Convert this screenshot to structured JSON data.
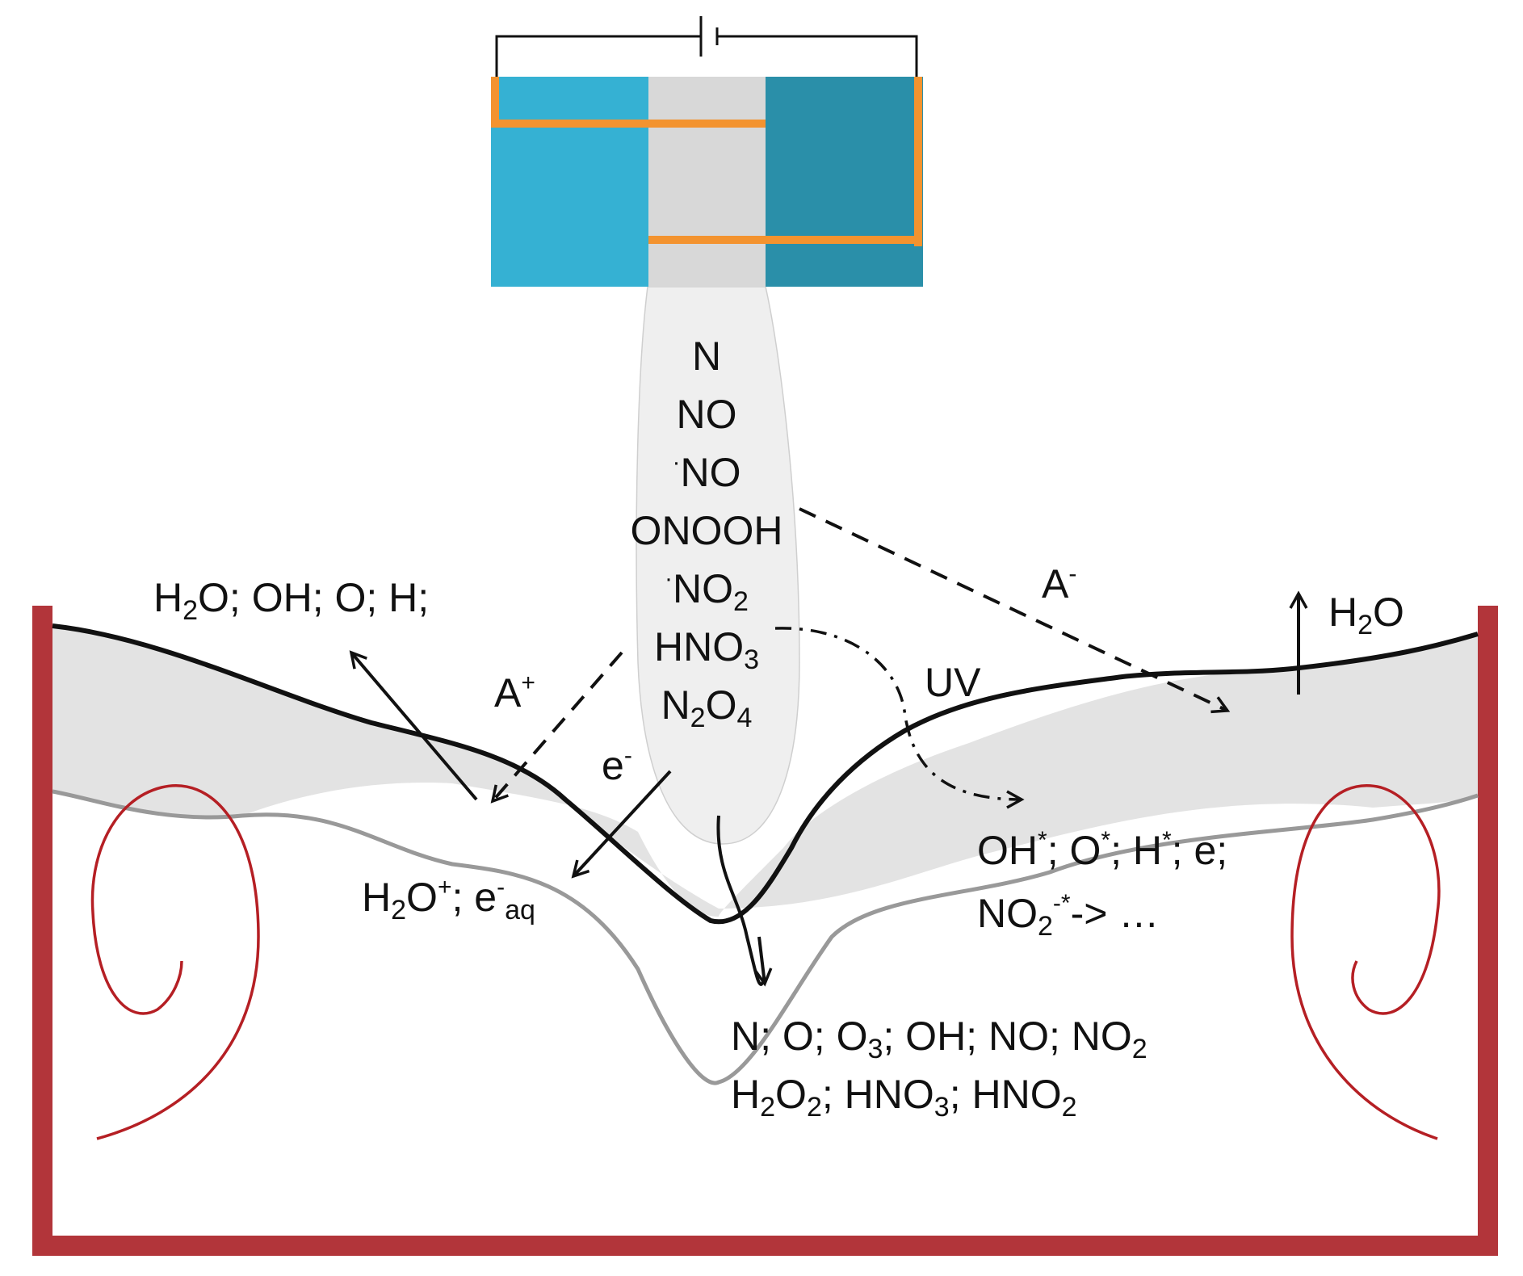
{
  "colors": {
    "device_left": "#35b1d3",
    "device_right": "#2a8fa9",
    "device_center": "#d8d8d8",
    "electrode": "#f3932f",
    "plume": "#efefef",
    "liquid_layer": "#e3e3e3",
    "container": "#b2353a",
    "vortex": "#b51f24",
    "wire": "#111111"
  },
  "icons": {
    "battery": "battery-icon",
    "vortex": "swirl-icon"
  },
  "plume_species": {
    "items": [
      {
        "text": "N"
      },
      {
        "text": "NO"
      },
      {
        "prefix": "·",
        "text": "NO"
      },
      {
        "text": "ONOOH"
      },
      {
        "prefix": "·",
        "text": "NO",
        "sub": "2"
      },
      {
        "text": "HNO",
        "sub": "3"
      },
      {
        "text": "N",
        "sub": "2",
        "text2": "O",
        "sub2": "4"
      }
    ]
  },
  "labels": {
    "gas_phase": {
      "p1": "H",
      "s1": "2",
      "p2": "O; OH; O; H;"
    },
    "evaporation": {
      "p1": "H",
      "s1": "2",
      "p2": "O"
    },
    "anion_deposition": {
      "p1": "A",
      "sup": "-"
    },
    "cation_deposition": {
      "p1": "A",
      "sup": "+"
    },
    "electron": {
      "p1": "e",
      "sup": "-"
    },
    "uv": "UV",
    "surface_species": {
      "p1": "H",
      "s1": "2",
      "p2": "O",
      "sup1": "+",
      "p3": "; e",
      "sup2": "-",
      "s2": "aq"
    },
    "radicals_line1": {
      "p1": "OH",
      "sup1": "*",
      "p2": "; O",
      "sup2": "*",
      "p3": "; H",
      "sup3": "*",
      "p4": "; e;"
    },
    "radicals_line2": {
      "p1": "NO",
      "s1": "2",
      "sup1": "-*",
      "p2": "-> …"
    },
    "bulk_line1": {
      "p1": "N; O; O",
      "s1": "3",
      "p2": "; OH; NO; NO",
      "s2": "2"
    },
    "bulk_line2": {
      "p1": "H",
      "s1": "2",
      "p2": "O",
      "s2": "2",
      "p3": "; HNO",
      "s3": "3",
      "p4": "; HNO",
      "s4": "2"
    }
  }
}
